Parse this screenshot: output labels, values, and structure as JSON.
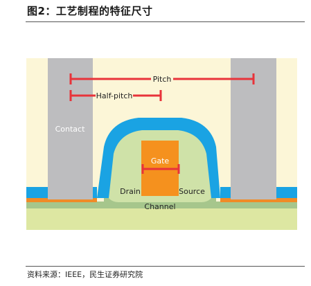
{
  "figure": {
    "title": "图2：工艺制程的特征尺寸",
    "source": "资料来源：IEEE，民生证券研究院"
  },
  "labels": {
    "pitch": "Pitch",
    "half_pitch": "Half-pitch",
    "contact": "Contact",
    "gate": "Gate",
    "drain": "Drain",
    "source": "Source",
    "channel": "Channel"
  },
  "colors": {
    "background": "#fcf6d7",
    "substrate": "#dde7a2",
    "channel_layer": "#a6c68c",
    "contact": "#bdbdbf",
    "spacer": "#1aa3e3",
    "gate_well": "#cfe2a8",
    "gate": "#f5911e",
    "orange_strip": "#f08b27",
    "dimension_line": "#e8333a"
  }
}
